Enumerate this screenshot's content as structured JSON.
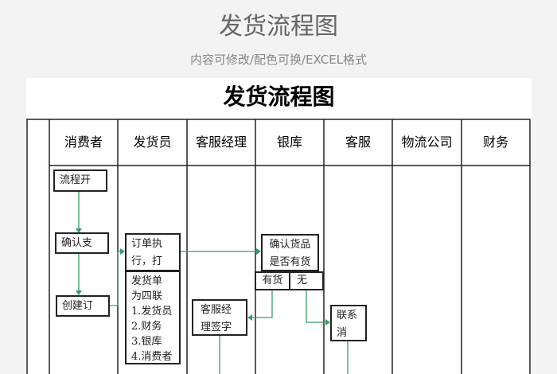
{
  "page": {
    "title": "发货流程图",
    "subtitle": "内容可修改/配色可换/EXCEL格式"
  },
  "diagram": {
    "title": "发货流程图",
    "lanes": [
      "消费者",
      "发货员",
      "客服经理",
      "银库",
      "客服",
      "物流公司",
      "财务"
    ],
    "nodes": {
      "start": "流程开",
      "confirm_pay": "确认支",
      "create_order": "创建订",
      "execute_order": "订单执\n行，打",
      "delivery_note": "发货单\n为四联\n1.发货员\n2.财务\n3.银库\n4.消费者",
      "check_stock": "确认货品\n是否有货",
      "in_stock": "有货",
      "no_stock": "无",
      "manager_sign": "客服经\n理签字",
      "contact_refund": "联系消\n费者退"
    },
    "line_color": "#3a9a6a"
  }
}
